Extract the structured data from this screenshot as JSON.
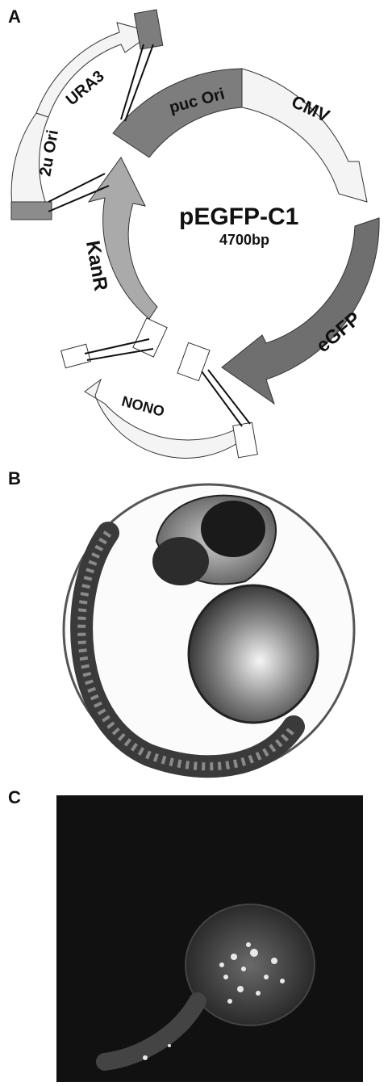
{
  "panels": {
    "a": "A",
    "b": "B",
    "c": "C"
  },
  "plasmid": {
    "name": "pEGFP-C1",
    "size": "4700bp",
    "segments": {
      "puc_ori": "puc Ori",
      "cmv": "CMV",
      "egfp": "eGFP",
      "kanr": "KanR",
      "ura3": "URA3",
      "two_u_ori": "2u Ori",
      "nono": "NONO"
    }
  },
  "colors": {
    "dark_segment": "#7d7d7d",
    "mid_segment": "#aaaaaa",
    "light_segment": "#f4f4f4",
    "fluorescence_bg": "#111111"
  }
}
